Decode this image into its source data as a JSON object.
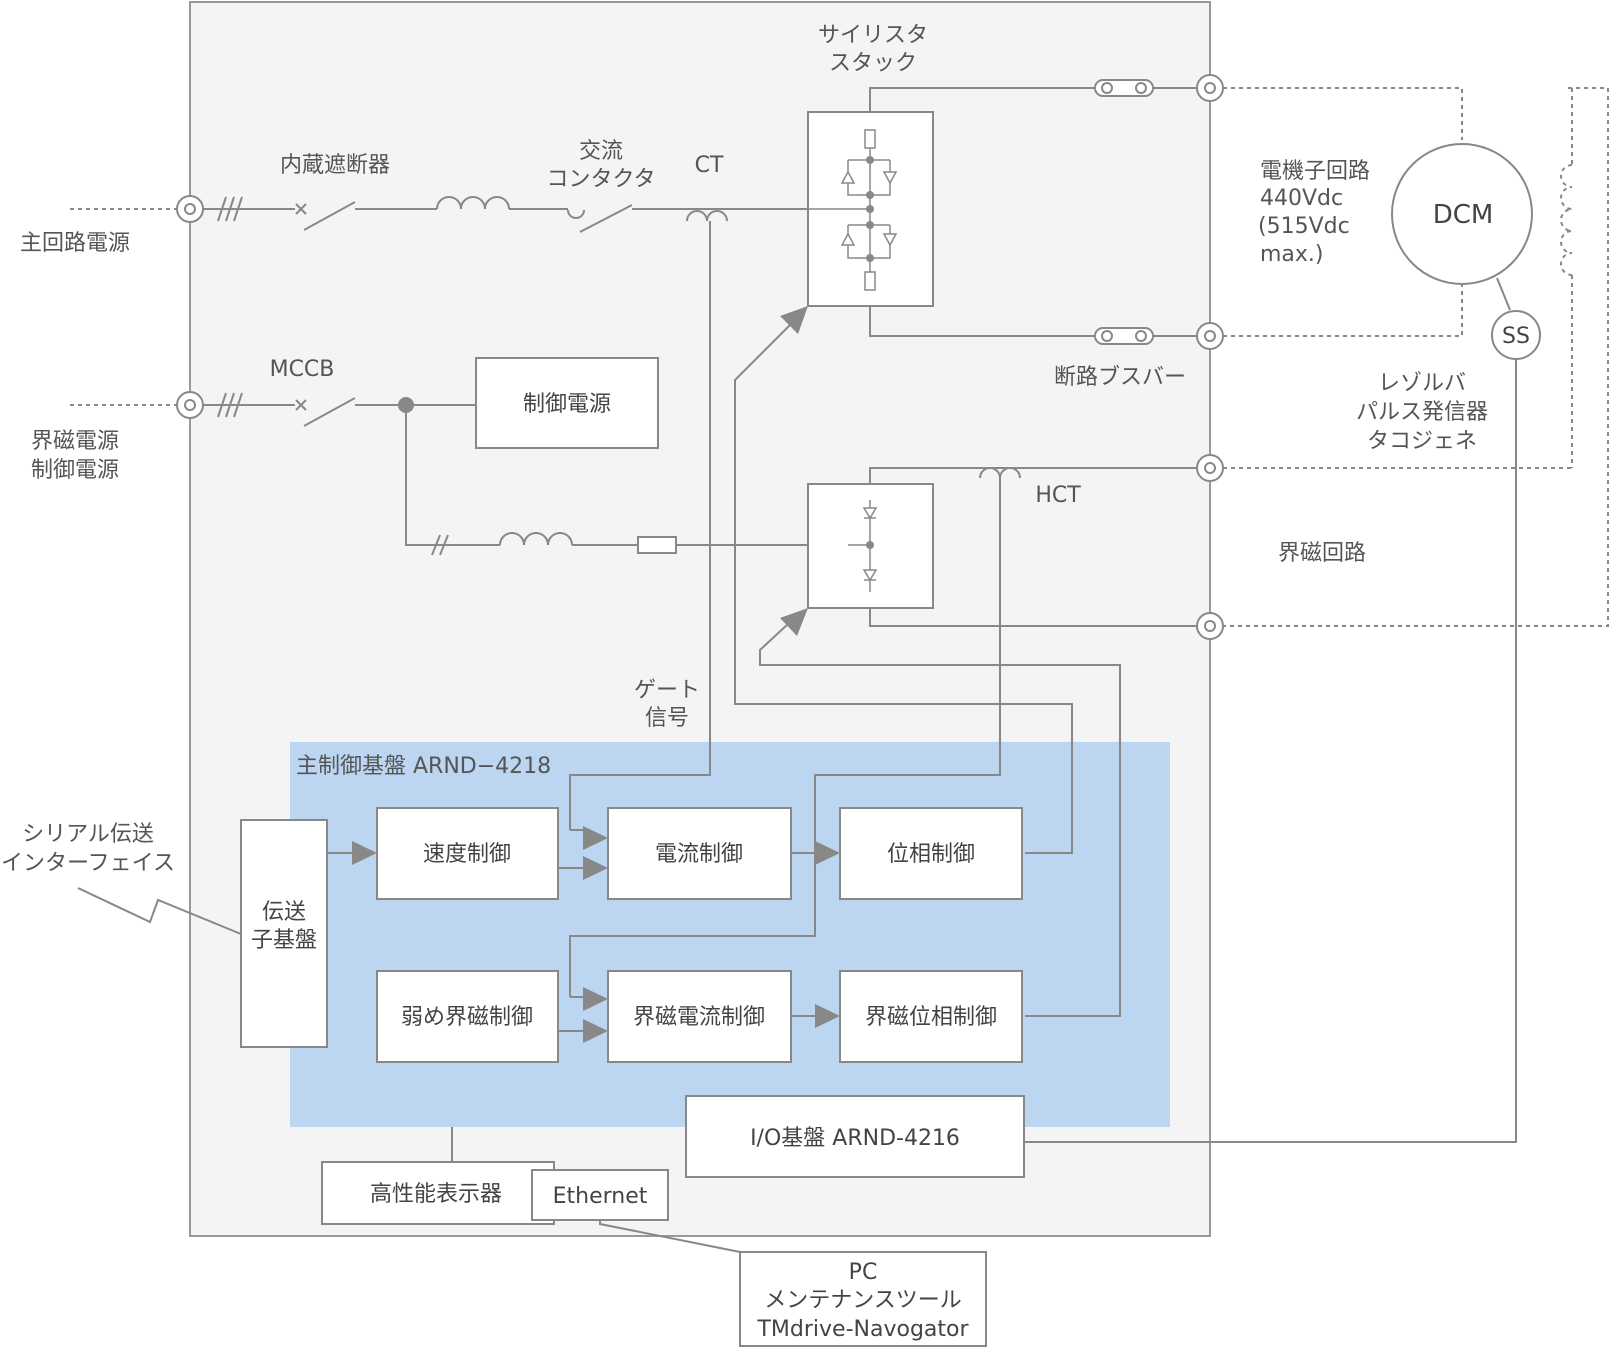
{
  "labels": {
    "main_power": "主回路電源",
    "field_power_1": "界磁電源",
    "field_power_2": "制御電源",
    "builtin_breaker": "内蔵遮断器",
    "ac_contactor_1": "交流",
    "ac_contactor_2": "コンタクタ",
    "ct": "CT",
    "thyristor_1": "サイリスタ",
    "thyristor_2": "スタック",
    "mccb": "MCCB",
    "control_power_box": "制御電源",
    "hct": "HCT",
    "busbar": "断路ブスバー",
    "armature_1": "電機子回路",
    "armature_2": "440Vdc",
    "armature_3": "(515Vdc",
    "armature_4": "max.)",
    "dcm": "DCM",
    "ss": "SS",
    "resolver_1": "レゾルバ",
    "resolver_2": "パルス発信器",
    "resolver_3": "タコジェネ",
    "field_circuit": "界磁回路",
    "gate_1": "ゲート",
    "gate_2": "信号",
    "serial_1": "シリアル伝送",
    "serial_2": "インターフェイス",
    "main_board": "主制御基盤 ARND−4218",
    "transmit_1": "伝送",
    "transmit_2": "子基盤",
    "speed_ctrl": "速度制御",
    "current_ctrl": "電流制御",
    "phase_ctrl": "位相制御",
    "weak_field_ctrl": "弱め界磁制御",
    "field_current_ctrl": "界磁電流制御",
    "field_phase_ctrl": "界磁位相制御",
    "io_board": "I/O基盤 ARND-4216",
    "display": "高性能表示器",
    "ethernet": "Ethernet",
    "pc_1": "PC",
    "pc_2": "メンテナンスツール",
    "pc_3": "TMdrive-Navogator"
  },
  "colors": {
    "line": "#888888",
    "enclosure_fill": "#f4f4f4",
    "board_fill": "#bcd5f0",
    "box_fill": "#ffffff",
    "text": "#555555"
  }
}
